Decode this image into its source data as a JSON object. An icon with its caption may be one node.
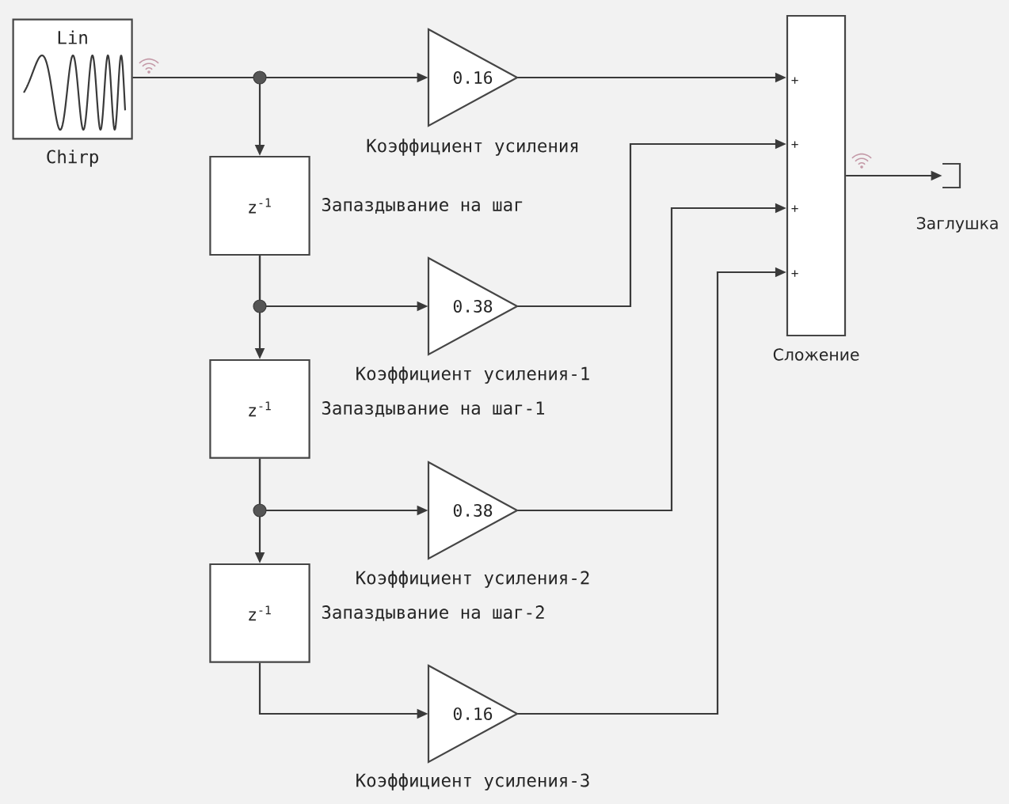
{
  "diagram": {
    "nodes": [
      {
        "text": [
          "Lin"
        ],
        "beside": [
          "Chirp"
        ]
      },
      {
        "text": [
          "0.16"
        ],
        "beside": [
          "Коэффициент усиления"
        ]
      },
      {
        "text": [
          "z$^{-1}$"
        ],
        "beside": [
          "Запаздывание на шаг"
        ]
      },
      {
        "text": [
          "0.38"
        ],
        "beside": [
          "Коэффициент усиления-1"
        ]
      },
      {
        "text": [
          "z$^{-1}$"
        ],
        "beside": [
          "Запаздывание на шаг-1"
        ]
      },
      {
        "text": [
          "0.38"
        ],
        "beside": [
          "Коэффициент усиления-2"
        ]
      },
      {
        "text": [
          "z$^{-1}$"
        ],
        "beside": [
          "Запаздывание на шаг-2"
        ]
      },
      {
        "text": [
          "0.16"
        ],
        "beside": [
          "Коэффициент усиления-3"
        ]
      },
      {
        "text": [
          "+",
          "+",
          "+",
          "+"
        ],
        "beside": [
          "Сложение"
        ]
      },
      {
        "text": [],
        "shape": "bracket",
        "beside": [
          "Заглушка"
        ]
      }
    ],
    "edges": [
      {
        "from": 0,
        "to": 1,
        "arrow": "to"
      },
      {
        "from": 0,
        "to": 2,
        "arrow": "to"
      },
      {
        "from": 2,
        "to": 3,
        "arrow": "to"
      },
      {
        "from": 2,
        "to": 4,
        "arrow": "to"
      },
      {
        "from": 4,
        "to": 5,
        "arrow": "to"
      },
      {
        "from": 4,
        "to": 6,
        "arrow": "to"
      },
      {
        "from": 6,
        "to": 7,
        "arrow": "to"
      },
      {
        "from": 1,
        "to": 8,
        "arrow": "to"
      },
      {
        "from": 3,
        "to": 8,
        "arrow": "to"
      },
      {
        "from": 5,
        "to": 8,
        "arrow": "to"
      },
      {
        "from": 7,
        "to": 8,
        "arrow": "to"
      },
      {
        "from": 8,
        "to": 9,
        "arrow": "to"
      }
    ]
  }
}
